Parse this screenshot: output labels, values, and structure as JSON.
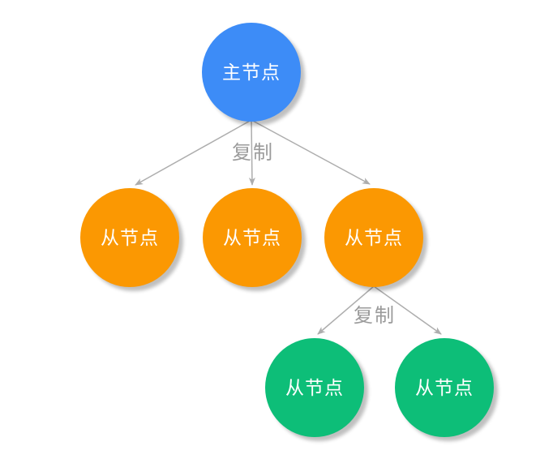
{
  "diagram": {
    "title": "master-slave replication diagram",
    "background": "#ffffff",
    "nodes": [
      {
        "id": "master-node",
        "label": "主节点",
        "role": "master",
        "color": "#3D8CF7"
      },
      {
        "id": "slave-node-1",
        "label": "从节点",
        "role": "slave-level-1",
        "color": "#FB9802"
      },
      {
        "id": "slave-node-2",
        "label": "从节点",
        "role": "slave-level-1",
        "color": "#FB9802"
      },
      {
        "id": "slave-node-3",
        "label": "从节点",
        "role": "slave-level-1",
        "color": "#FB9802"
      },
      {
        "id": "slave-node-4",
        "label": "从节点",
        "role": "slave-level-2",
        "color": "#0DBE78"
      },
      {
        "id": "slave-node-5",
        "label": "从节点",
        "role": "slave-level-2",
        "color": "#0DBE78"
      }
    ],
    "edge_labels": [
      {
        "text": "复制"
      },
      {
        "text": "复制"
      }
    ],
    "colors": {
      "arrow": "#ADADAD",
      "edge_label": "#9A9A9A",
      "node_text": "#FFFFFF"
    }
  }
}
